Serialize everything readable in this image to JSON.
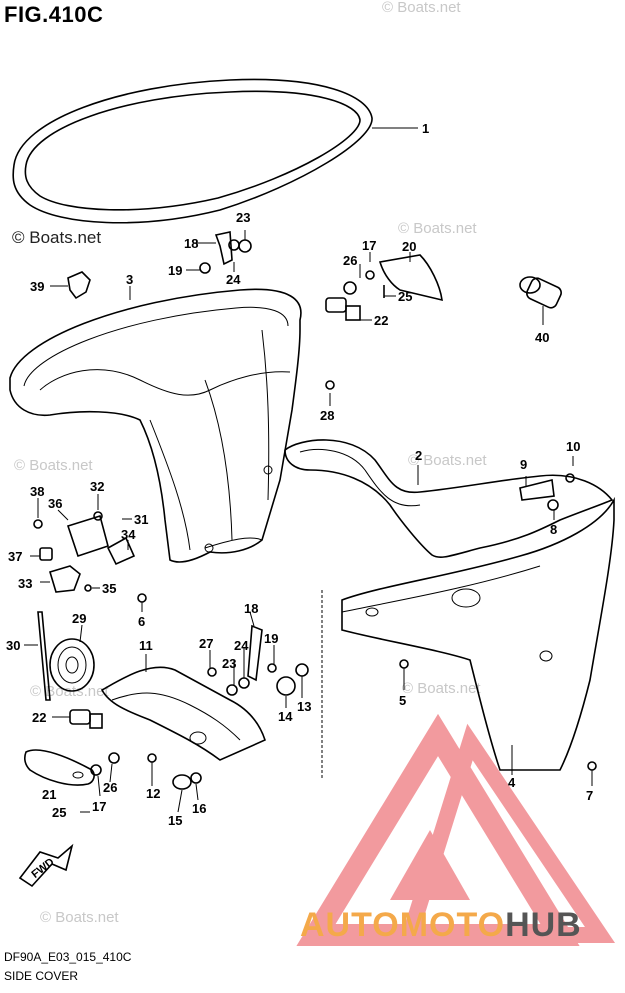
{
  "figure": {
    "title": "FIG.410C",
    "code": "DF90A_E03_015_410C",
    "caption": "SIDE COVER",
    "fwd_label": "FWD"
  },
  "watermark": {
    "copyright_text": "© Boats.net",
    "brand_part1": "AUTOMOTO",
    "brand_part2": "HUB",
    "brand_color1": "#f4a94a",
    "brand_color2": "#555555",
    "logo_color": "#e8484f"
  },
  "callouts": [
    "1",
    "2",
    "3",
    "4",
    "5",
    "6",
    "7",
    "8",
    "9",
    "10",
    "11",
    "12",
    "13",
    "14",
    "15",
    "16",
    "17",
    "18",
    "19",
    "20",
    "21",
    "22",
    "23",
    "24",
    "25",
    "26",
    "27",
    "28",
    "29",
    "30",
    "31",
    "32",
    "33",
    "34",
    "35",
    "36",
    "37",
    "38",
    "39",
    "40",
    "17",
    "18",
    "19",
    "22",
    "23",
    "24",
    "25"
  ]
}
